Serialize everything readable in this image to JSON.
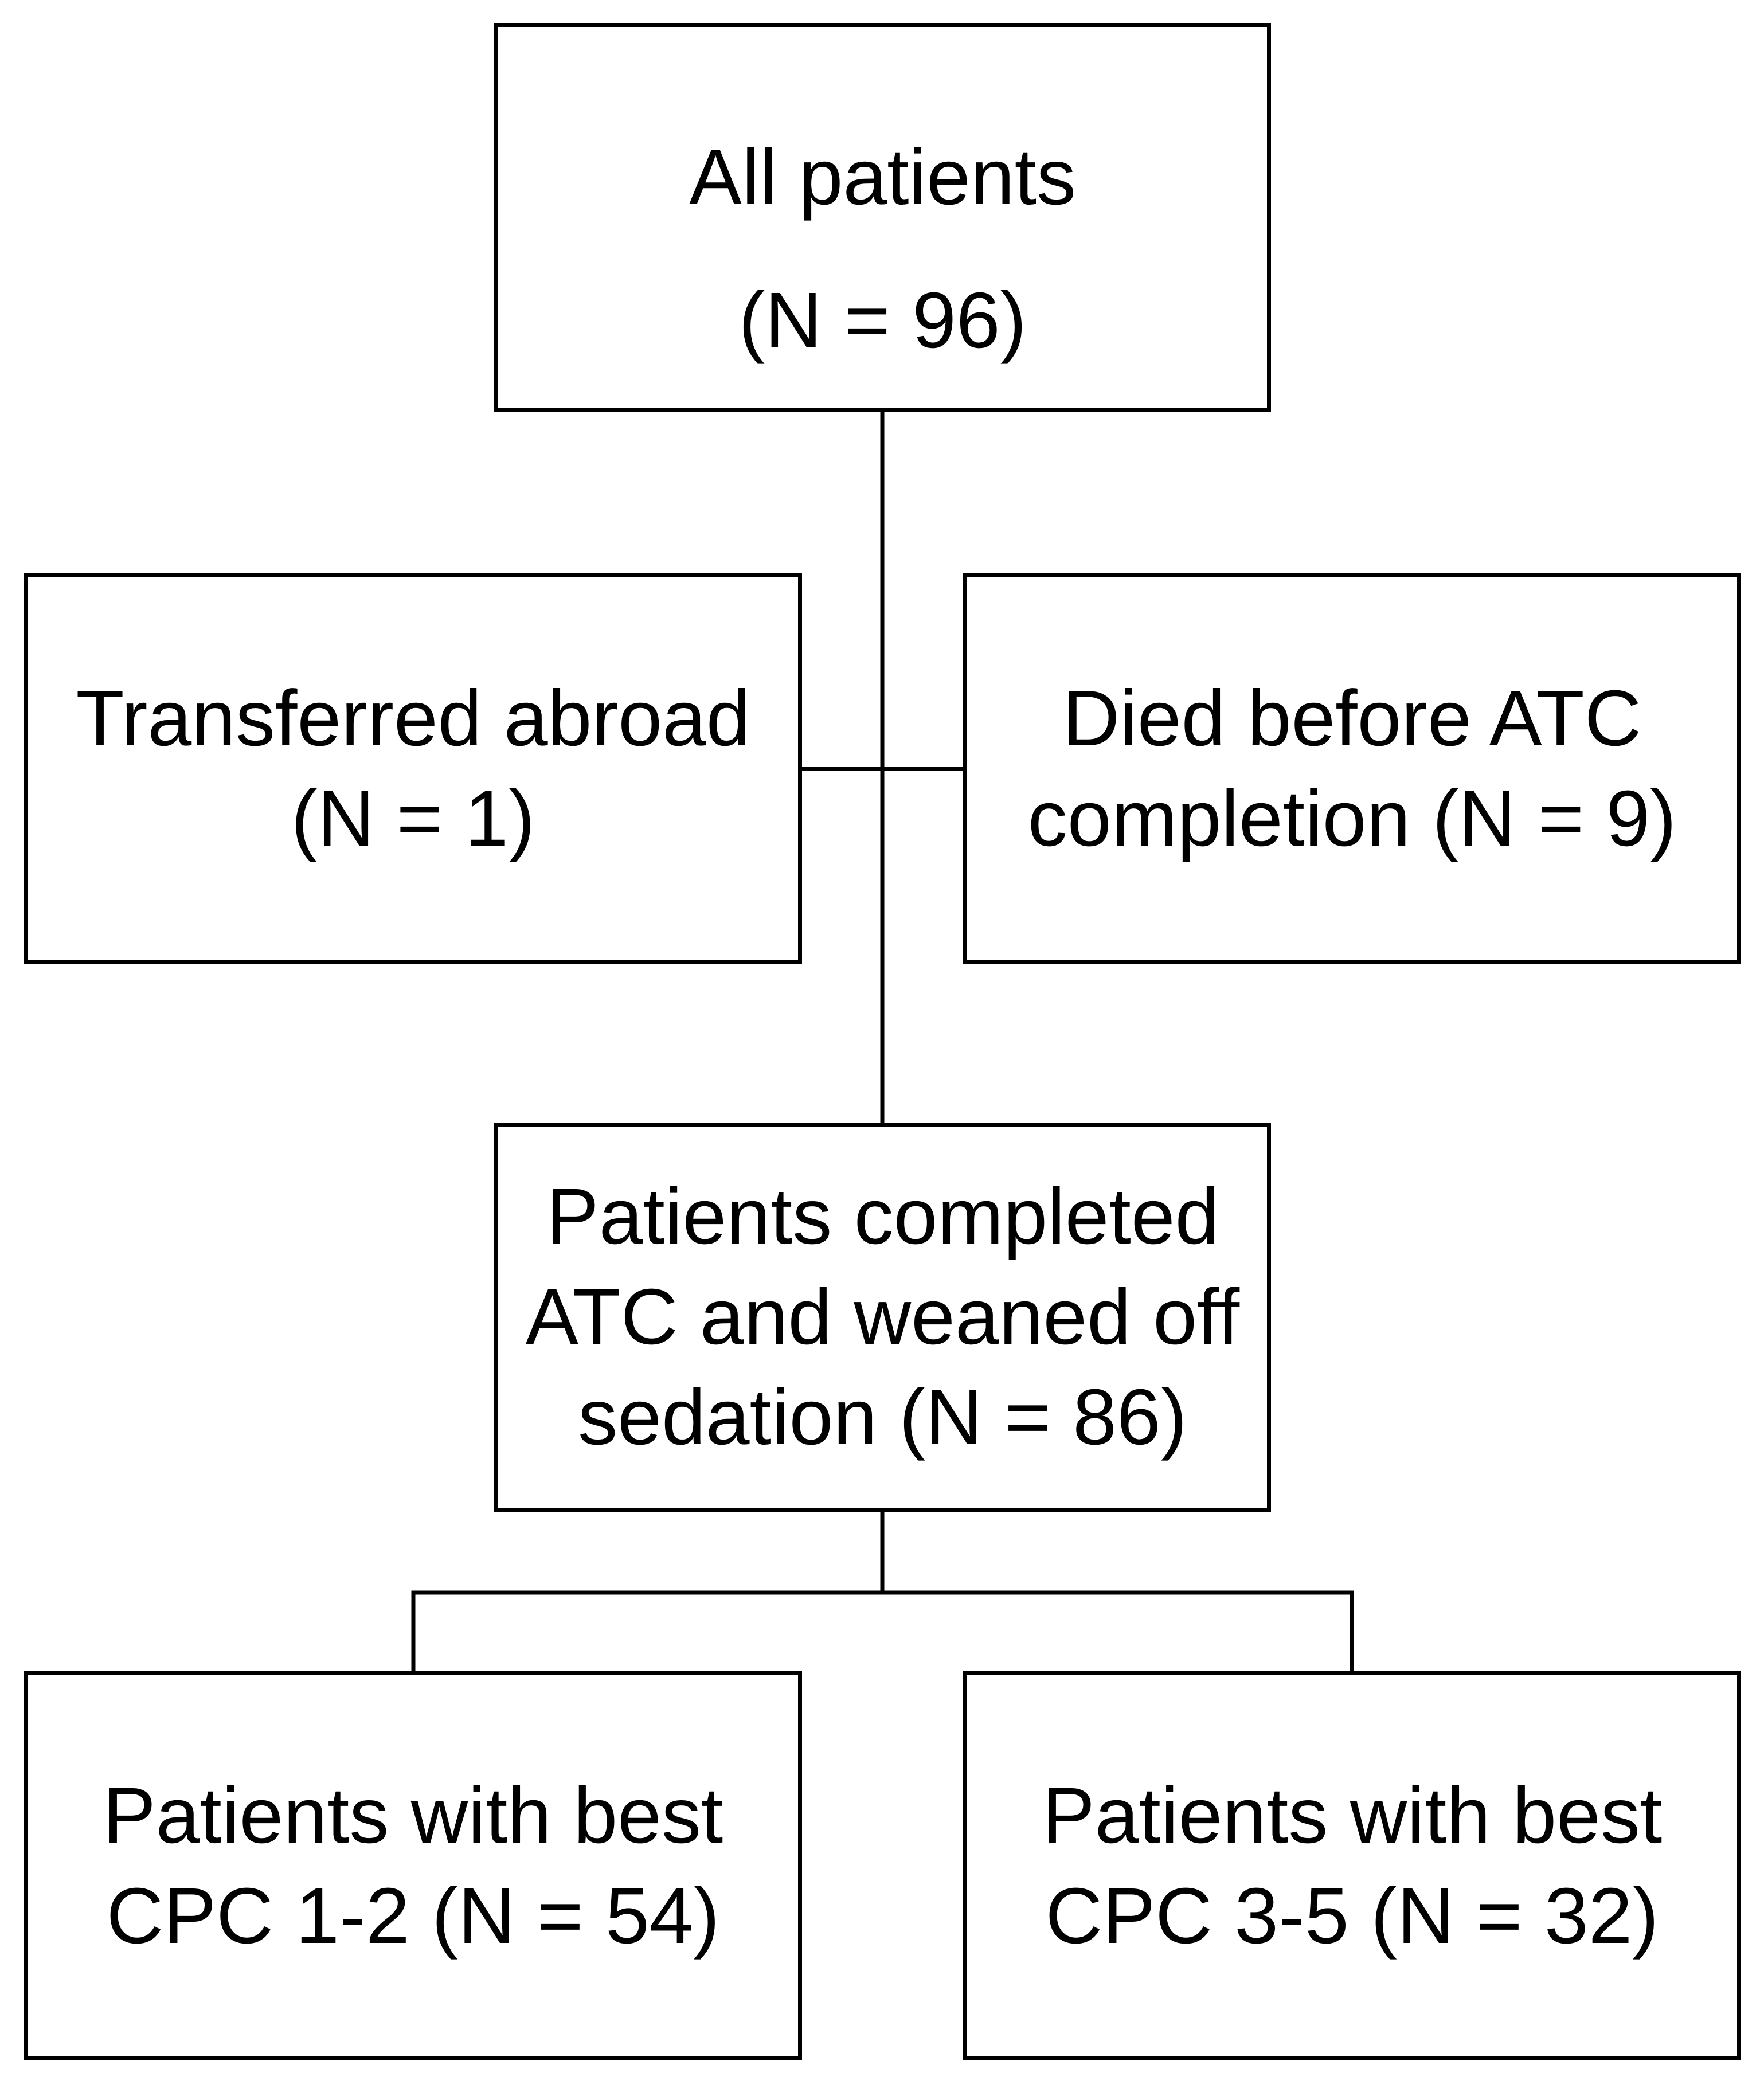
{
  "boxes": {
    "all_patients": {
      "line1": "All patients",
      "line2": "(N = 96)"
    },
    "transferred": {
      "line1": "Transferred abroad",
      "line2": "(N = 1)"
    },
    "died": {
      "line1": "Died before ATC",
      "line2": "completion (N = 9)"
    },
    "completed": {
      "line1": "Patients completed",
      "line2": "ATC and weaned off",
      "line3": "sedation (N = 86)"
    },
    "cpc_1_2": {
      "line1": "Patients with best",
      "line2": "CPC 1-2 (N = 54)"
    },
    "cpc_3_5": {
      "line1": "Patients with best",
      "line2": "CPC 3-5 (N = 32)"
    }
  },
  "colors": {
    "stroke": "#000000",
    "background": "#ffffff",
    "text": "#000000"
  }
}
